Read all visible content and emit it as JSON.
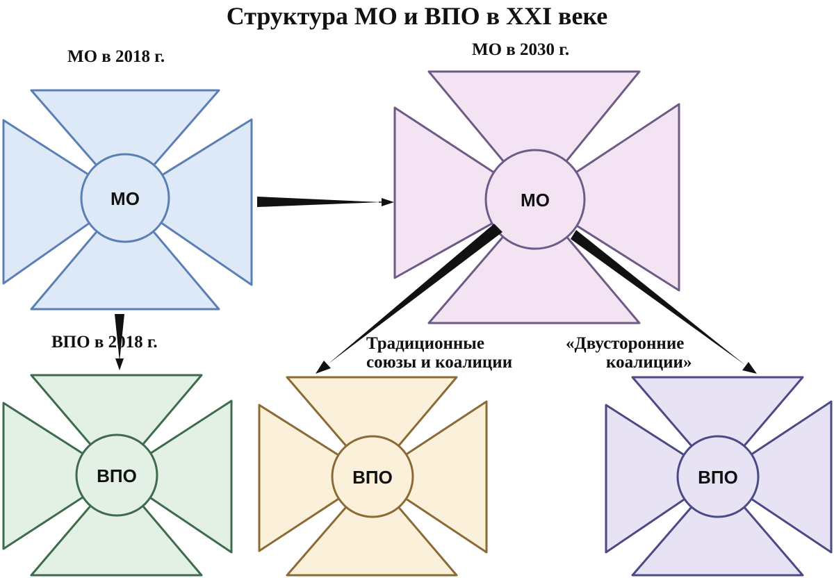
{
  "title": "Структура МО и ВПО в XXI веке",
  "labels": {
    "mo_2018": "МО в 2018 г.",
    "mo_2030": "МО в 2030 г.",
    "vpo_2018": "ВПО в 2018 г.",
    "traditional_line1": "Традиционные",
    "traditional_line2": "союзы и коалиции",
    "bilateral_line1": "«Двусторонние",
    "bilateral_line2": "коалиции»"
  },
  "crosses": [
    {
      "id": "mo-2018",
      "label": "МО",
      "fill": "#dde9f7",
      "stroke": "#5b7fb5"
    },
    {
      "id": "mo-2030",
      "label": "МО",
      "fill": "#f3e3f3",
      "stroke": "#6e5a86"
    },
    {
      "id": "vpo-2018",
      "label": "ВПО",
      "fill": "#e3f0e6",
      "stroke": "#3f6b4d"
    },
    {
      "id": "vpo-traditional",
      "label": "ВПО",
      "fill": "#fbf1da",
      "stroke": "#8c6a35"
    },
    {
      "id": "vpo-bilateral",
      "label": "ВПО",
      "fill": "#e7e2f4",
      "stroke": "#4a4a86"
    }
  ]
}
